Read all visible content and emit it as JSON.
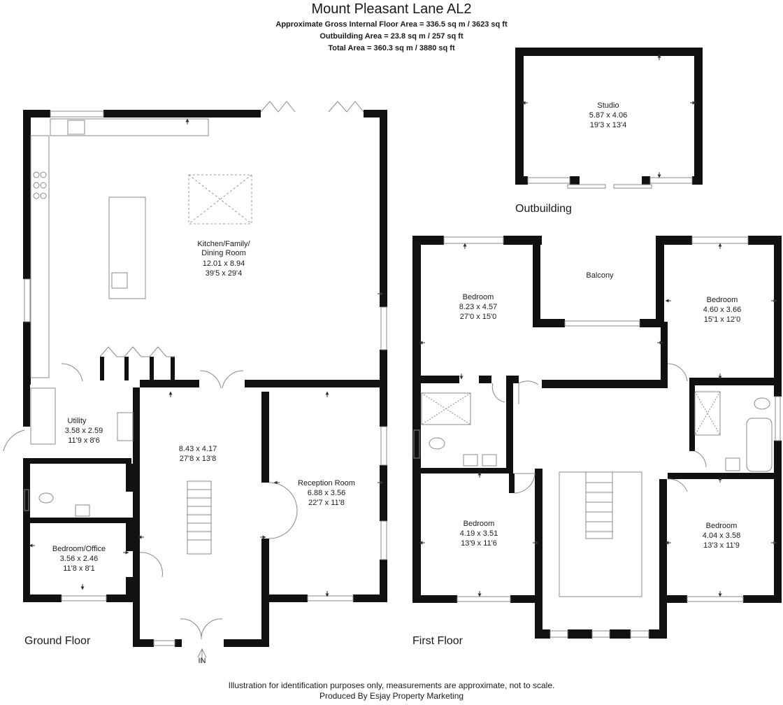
{
  "header": {
    "title": "Mount Pleasant Lane AL2",
    "gross_area": "Approximate Gross Internal Floor Area = 336.5 sq m / 3623 sq ft",
    "outbuilding_area": "Outbuilding Area = 23.8 sq m / 257 sq ft",
    "total_area": "Total Area = 360.3 sq m / 3880 sq ft"
  },
  "floors": {
    "ground": "Ground Floor",
    "first": "First Floor",
    "outbuilding": "Outbuilding"
  },
  "rooms": {
    "kitchen": {
      "name1": "Kitchen/Family/",
      "name2": "Dining Room",
      "metric": "12.01 x 8.94",
      "imperial": "39'5 x 29'4"
    },
    "utility": {
      "name": "Utility",
      "metric": "3.58 x 2.59",
      "imperial": "11'9 x 8'6"
    },
    "hall": {
      "metric": "8.43 x 4.17",
      "imperial": "27'8 x 13'8"
    },
    "reception": {
      "name": "Reception Room",
      "metric": "6.88 x 3.56",
      "imperial": "22'7 x 11'8"
    },
    "bedroom_office": {
      "name": "Bedroom/Office",
      "metric": "3.56 x 2.46",
      "imperial": "11'8 x 8'1"
    },
    "studio": {
      "name": "Studio",
      "metric": "5.87 x 4.06",
      "imperial": "19'3 x 13'4"
    },
    "balcony": {
      "name": "Balcony"
    },
    "bed1": {
      "name": "Bedroom",
      "metric": "8.23 x 4.57",
      "imperial": "27'0 x 15'0"
    },
    "bed2": {
      "name": "Bedroom",
      "metric": "4.60 x 3.66",
      "imperial": "15'1 x 12'0"
    },
    "bed3": {
      "name": "Bedroom",
      "metric": "4.19 x 3.51",
      "imperial": "13'9 x 11'6"
    },
    "bed4": {
      "name": "Bedroom",
      "metric": "4.04 x 3.58",
      "imperial": "13'3 x 11'9"
    }
  },
  "entrance": "IN",
  "footer": {
    "line1": "Illustration for identification purposes only, measurements are approximate, not to scale.",
    "line2": "Produced By Esjay Property Marketing"
  },
  "colors": {
    "wall": "#111111",
    "line": "#888888",
    "dashed": "#999999"
  }
}
